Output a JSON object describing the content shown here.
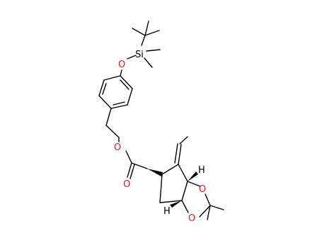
{
  "molecule": {
    "atoms": {
      "si": "Si",
      "o_silyl_ether": "O",
      "o_ester": "O",
      "o_carbonyl": "O",
      "o_dioxolane_top": "O",
      "o_dioxolane_bottom": "O",
      "h_top": "H",
      "h_bottom": "H"
    },
    "colors": {
      "bond": "#000000",
      "oxygen": "#d62020",
      "silicon": "#000000",
      "background": "#ffffff"
    }
  }
}
